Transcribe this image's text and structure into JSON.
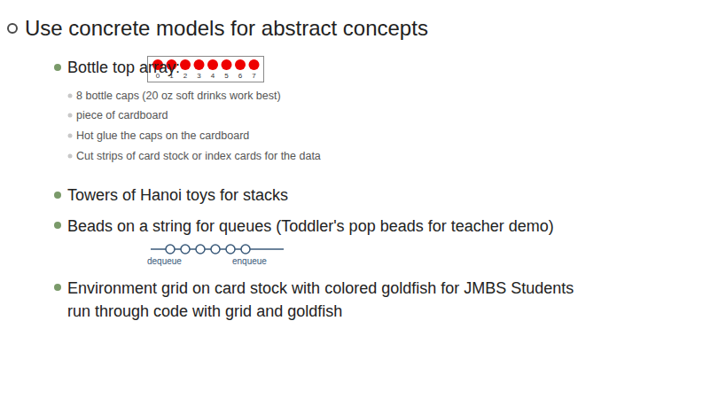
{
  "diagram": {
    "nodes": [
      {
        "text": [
          "0",
          "1",
          "2",
          "3",
          "4",
          "5",
          "6",
          "7"
        ]
      }
    ],
    "labels": [
      "Use concrete models for abstract concepts",
      "Bottle top array:",
      "8 bottle caps (20 oz soft drinks work best)",
      "piece of cardboard",
      "Hot glue the caps on the cardboard",
      "Cut strips of card stock or index cards for the data",
      "Towers of Hanoi toys for stacks",
      "Beads on a string for queues (Toddler's pop beads for teacher demo)",
      "dequeue",
      "enqueue",
      "Environment grid on card stock with colored goldfish for JMBS Students run through code with grid and goldfish"
    ]
  }
}
